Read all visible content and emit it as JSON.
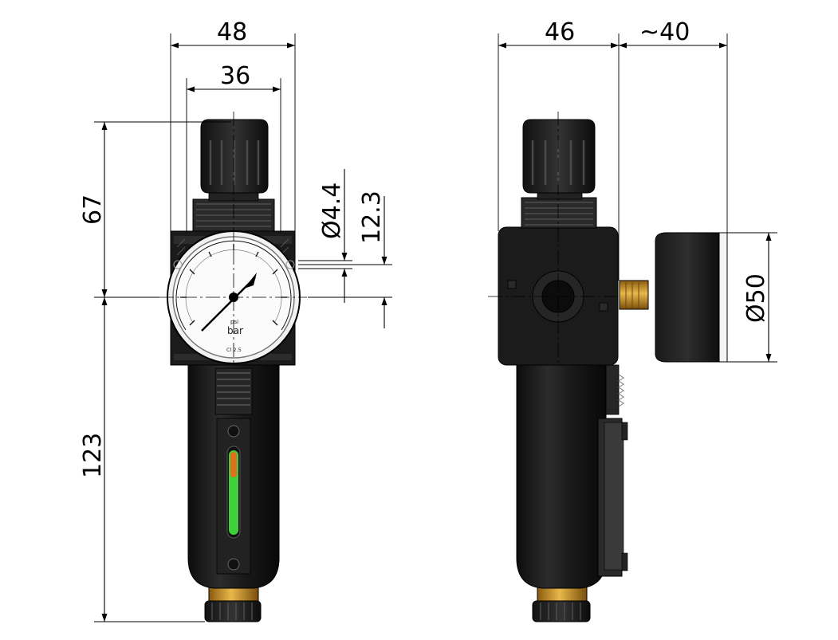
{
  "dimensions": {
    "front_width_outer": "48",
    "front_width_inner": "36",
    "front_height_upper": "67",
    "front_height_lower": "123",
    "hole_diameter": "Ø4.4",
    "hole_offset": "12.3",
    "side_depth": "46",
    "gauge_projection": "~40",
    "gauge_diameter": "Ø50"
  },
  "gauge": {
    "unit_secondary": "psi",
    "unit_primary": "bar",
    "class_label": "Cl 2.5"
  },
  "colors": {
    "body": "#1a1a1a",
    "highlight": "#3a3a3a",
    "brass": "#c8952e",
    "sight_glass_green": "#3fcf3a",
    "sight_glass_orange": "#e0701e"
  }
}
